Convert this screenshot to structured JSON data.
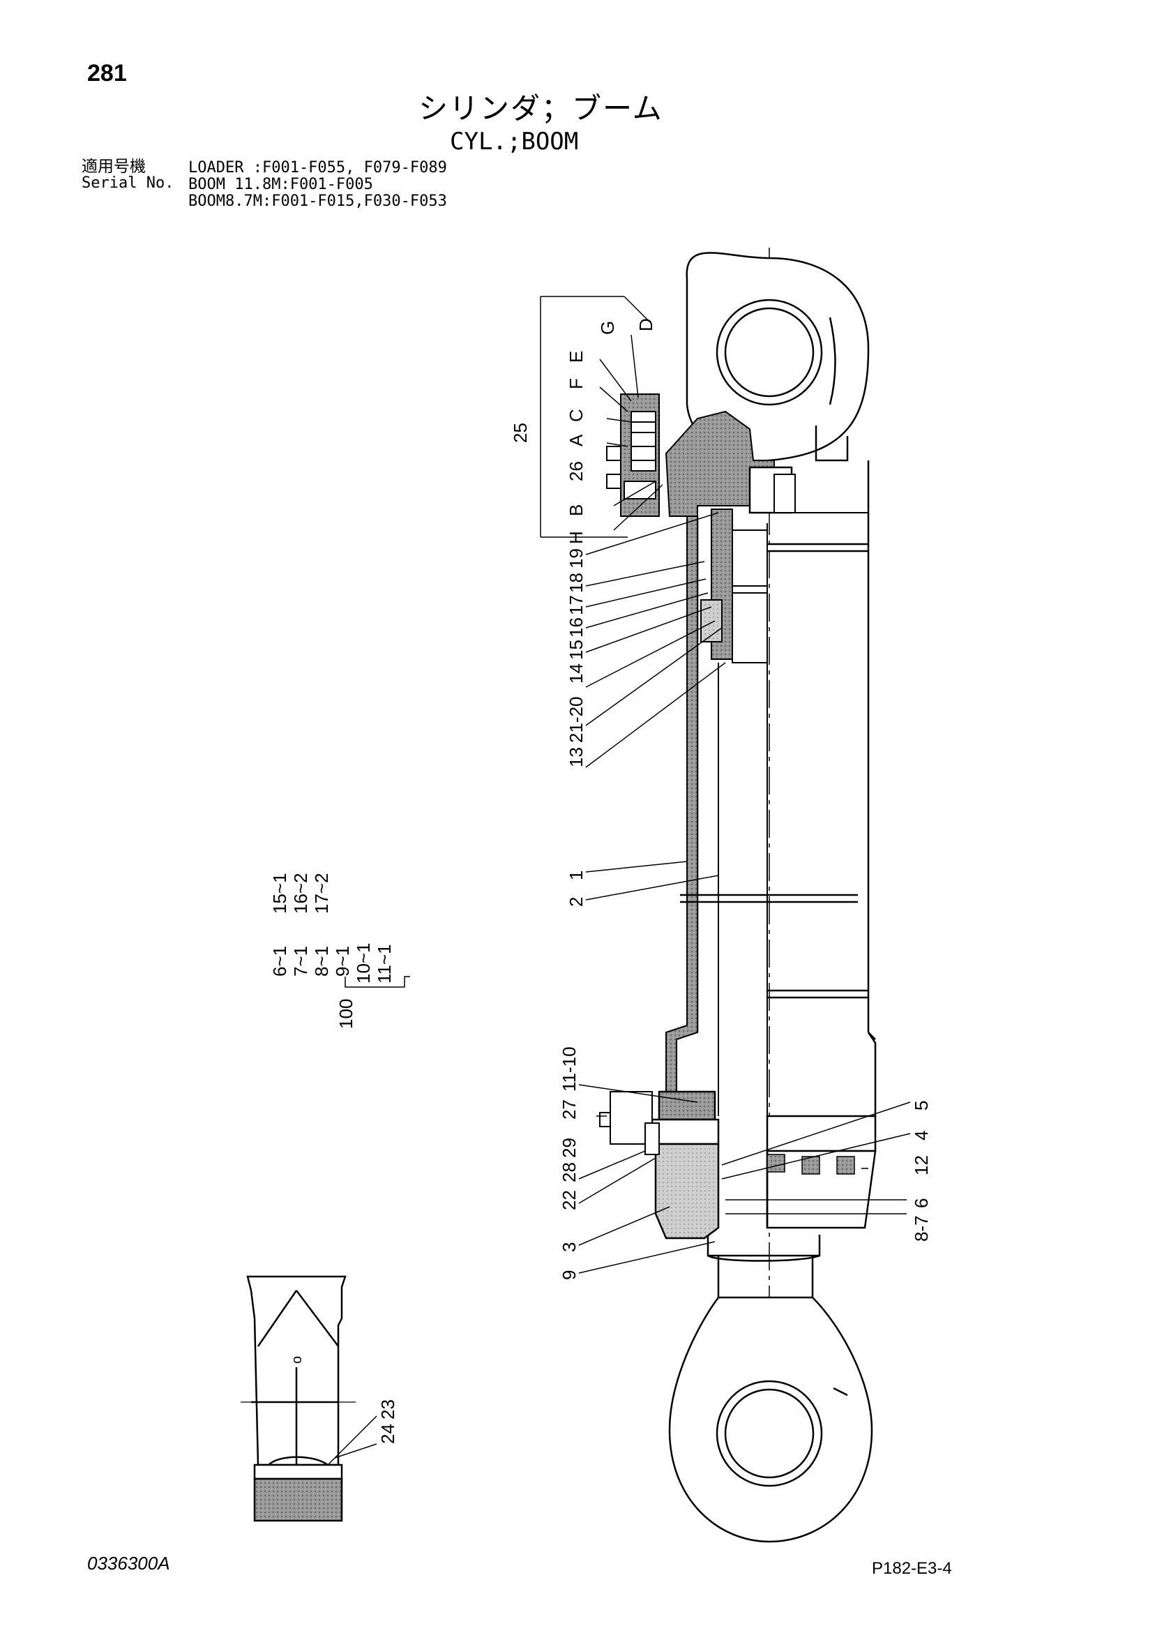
{
  "page_number": "281",
  "title": {
    "japanese": "シリンダ；ブーム",
    "english": "CYL.;BOOM"
  },
  "serial": {
    "label_jp": "適用号機",
    "label_en": "Serial No.",
    "lines": [
      "LOADER :F001-F055, F079-F089",
      "BOOM 11.8M:F001-F005",
      "BOOM8.7M:F001-F015,F030-F053"
    ]
  },
  "callouts": {
    "upper_letters": [
      "25",
      "26",
      "A",
      "B",
      "C",
      "D",
      "E",
      "F",
      "G",
      "H"
    ],
    "right_top": [
      "19",
      "18",
      "17",
      "16",
      "15",
      "14",
      "21-20",
      "13"
    ],
    "barrel": [
      "1",
      "2"
    ],
    "bottom_left": [
      "11-10",
      "27",
      "29",
      "28",
      "22",
      "3",
      "9"
    ],
    "bottom_right": [
      "5",
      "4",
      "12",
      "6",
      "8-7"
    ],
    "detail": [
      "23",
      "24"
    ]
  },
  "kit": {
    "number": "100",
    "col_left": [
      "6~1",
      "7~1",
      "8~1",
      "9~1",
      "10~1",
      "11~1"
    ],
    "col_right": [
      "15~1",
      "16~2",
      "17~2"
    ]
  },
  "detail_mark": "o",
  "footer": {
    "drawing_number": "0336300A",
    "sheet_code": "P182-E3-4"
  }
}
